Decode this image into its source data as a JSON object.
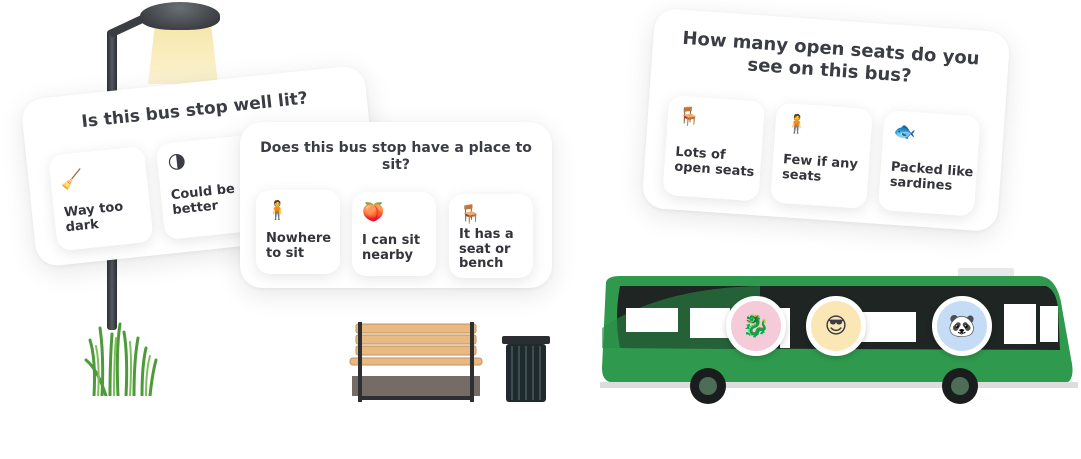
{
  "scene": {
    "colors": {
      "card_bg": "#ffffff",
      "text": "#3b3d44",
      "bus_green": "#2f9a4e",
      "lamp_light": "#f7e6a6",
      "avatar_pink": "#f5cbd9",
      "avatar_yellow": "#fbe7b5",
      "avatar_blue": "#c5dcf7"
    }
  },
  "cards": [
    {
      "question": "Is this bus stop well lit?",
      "options": [
        {
          "icon": "broom-icon",
          "glyph": "🧹",
          "label": "Way too dark"
        },
        {
          "icon": "half-moon-icon",
          "glyph": "🌗",
          "label": "Could be better"
        }
      ]
    },
    {
      "question": "Does this bus stop have a place to sit?",
      "options": [
        {
          "icon": "standing-person-icon",
          "glyph": "🧍",
          "label": "Nowhere to sit"
        },
        {
          "icon": "peach-icon",
          "glyph": "🍑",
          "label": "I can sit nearby"
        },
        {
          "icon": "chair-icon",
          "glyph": "🪑",
          "label": "It has a seat or bench"
        }
      ]
    },
    {
      "question": "How many open seats do you see on this bus?",
      "options": [
        {
          "icon": "chair-icon",
          "glyph": "🪑",
          "label": "Lots of open seats"
        },
        {
          "icon": "standing-person-icon",
          "glyph": "🧍",
          "label": "Few if any seats"
        },
        {
          "icon": "fish-icon",
          "glyph": "🐟",
          "label": "Packed like sardines"
        }
      ]
    }
  ],
  "bus": {
    "avatars": [
      {
        "icon": "dragon-icon",
        "glyph": "🐉",
        "bg": "#f5cbd9"
      },
      {
        "icon": "sunglasses-face-icon",
        "glyph": "😎",
        "bg": "#fbe7b5"
      },
      {
        "icon": "panda-icon",
        "glyph": "🐼",
        "bg": "#c5dcf7"
      }
    ]
  }
}
